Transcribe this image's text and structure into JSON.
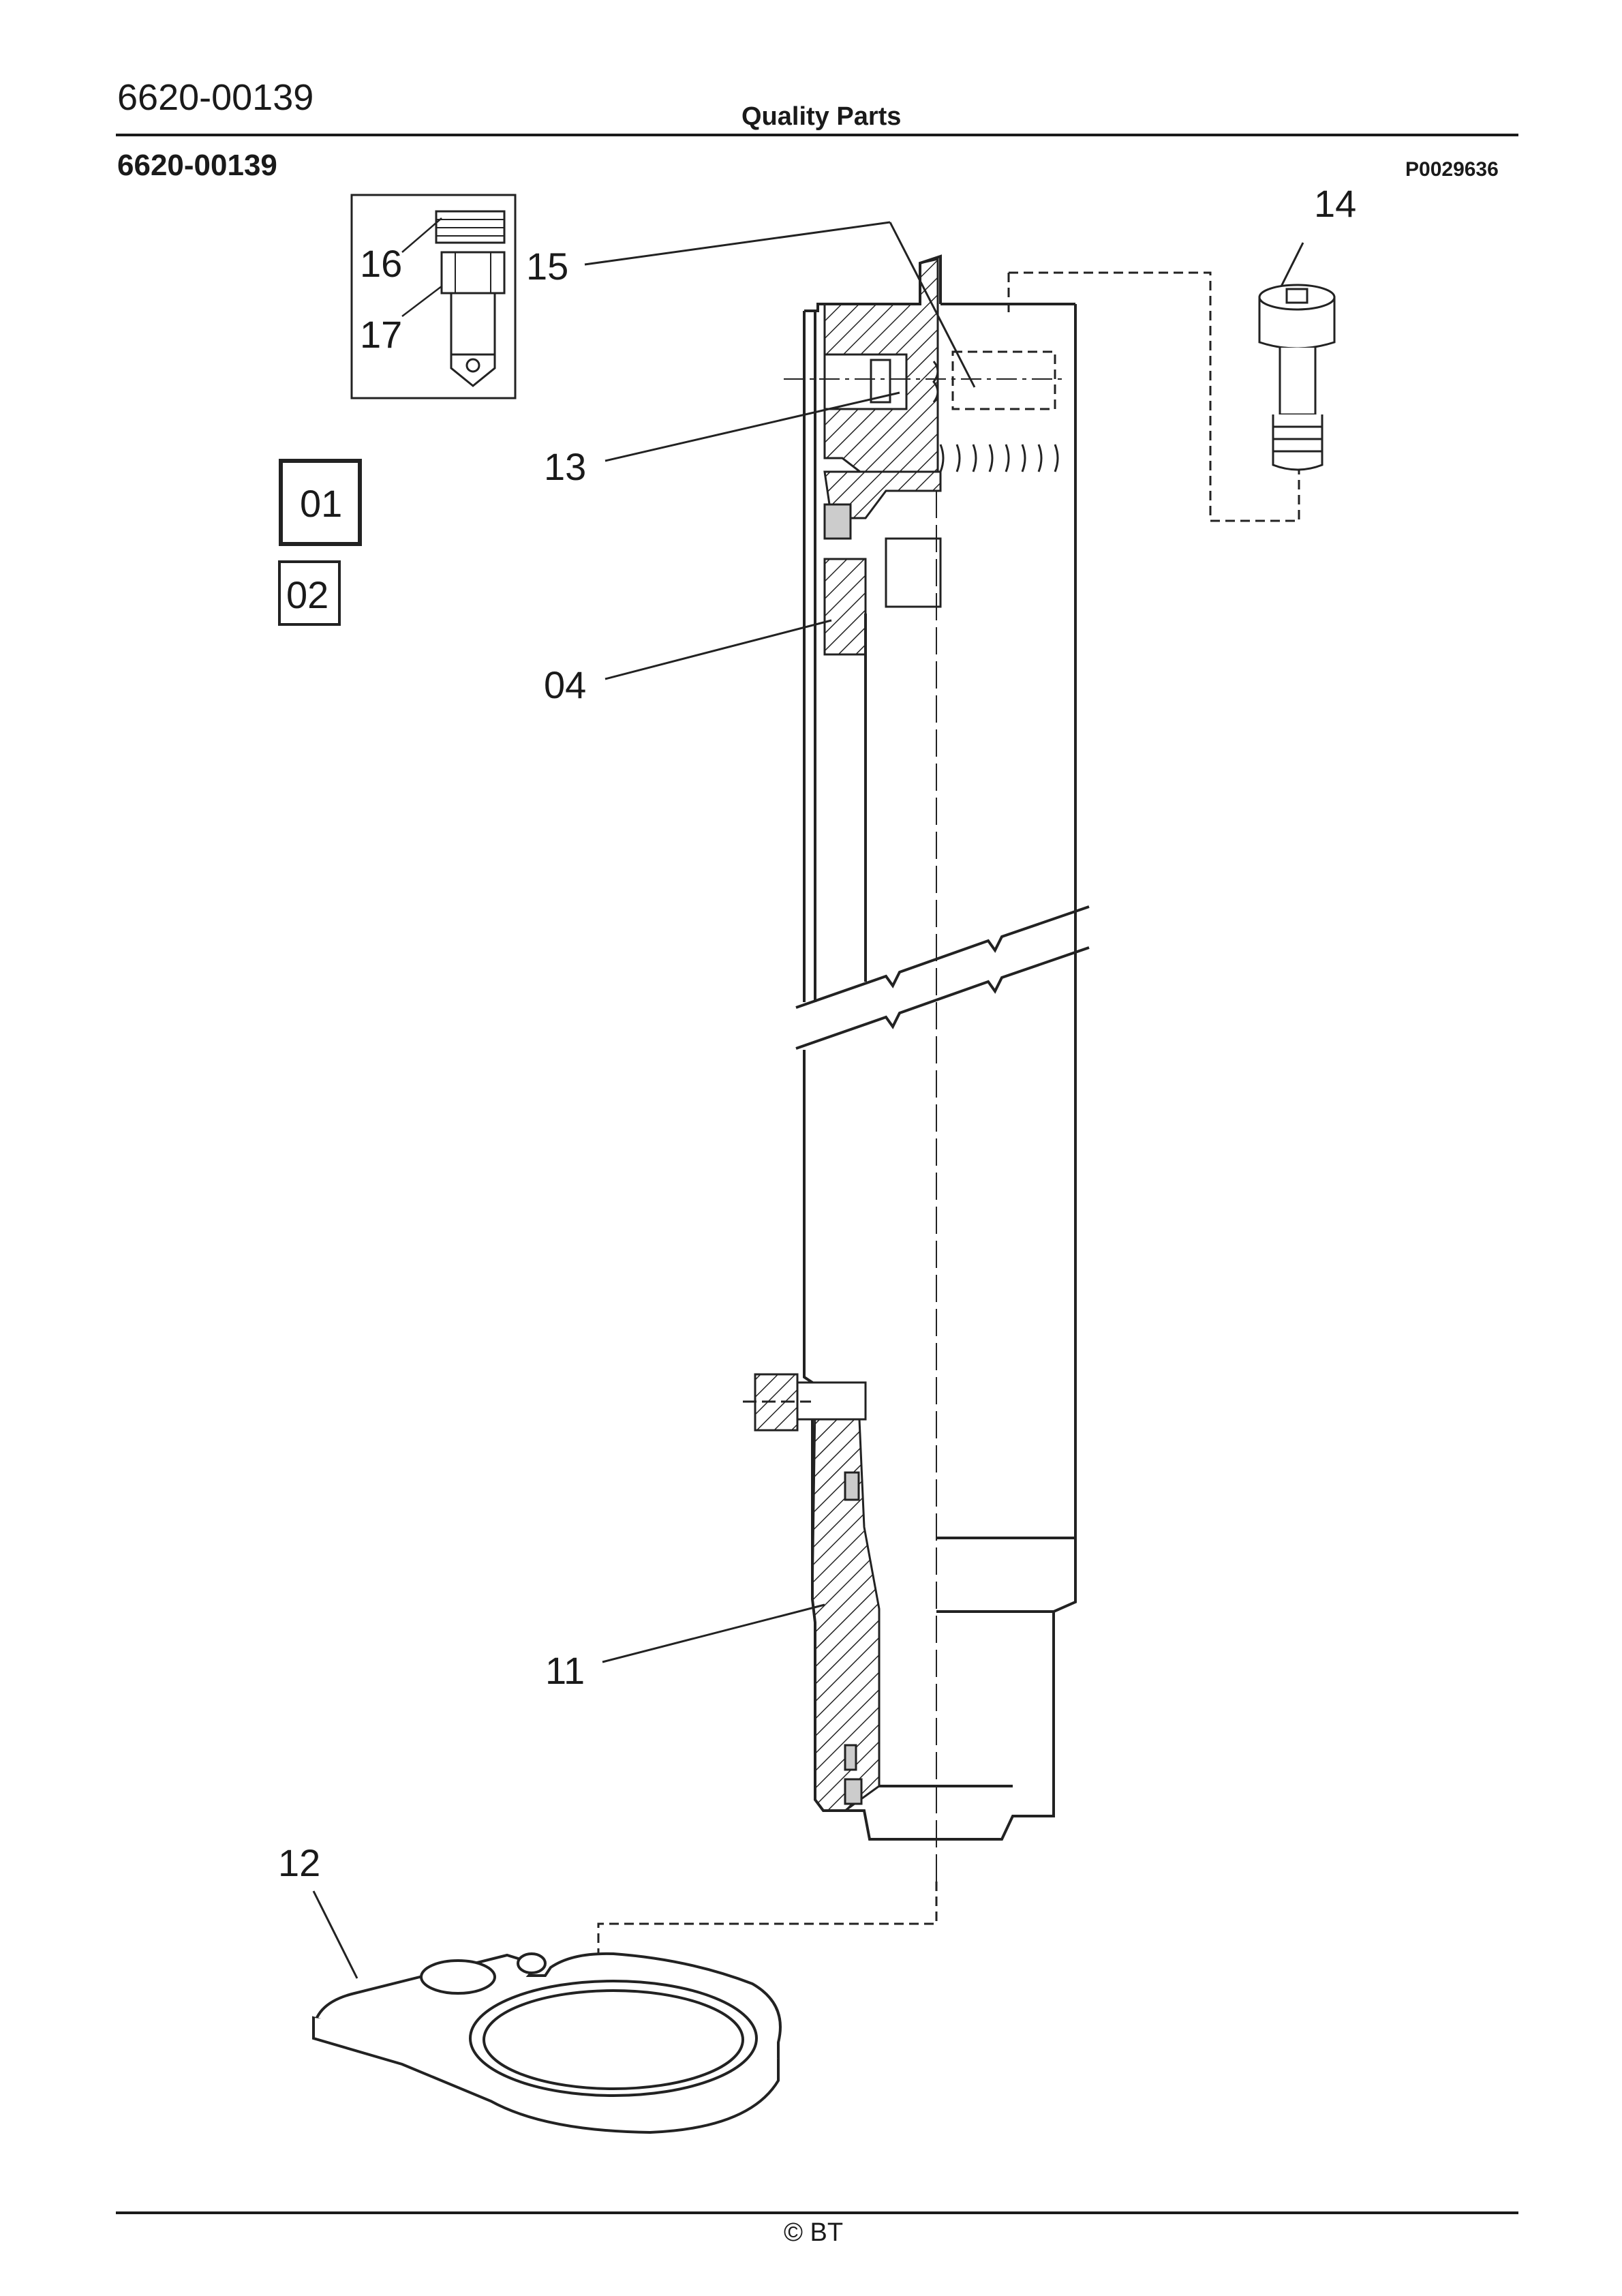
{
  "header": {
    "doc_number": "6620-00139",
    "title": "Quality Parts",
    "part_number": "6620-00139",
    "drawing_code": "P0029636"
  },
  "callouts": {
    "c16": "16",
    "c17": "17",
    "c15": "15",
    "c14": "14",
    "c13": "13",
    "c04": "04",
    "c11": "11",
    "c12": "12"
  },
  "variant_boxes": {
    "v01": "01",
    "v02": "02"
  },
  "footer": {
    "copyright": "© BT"
  }
}
